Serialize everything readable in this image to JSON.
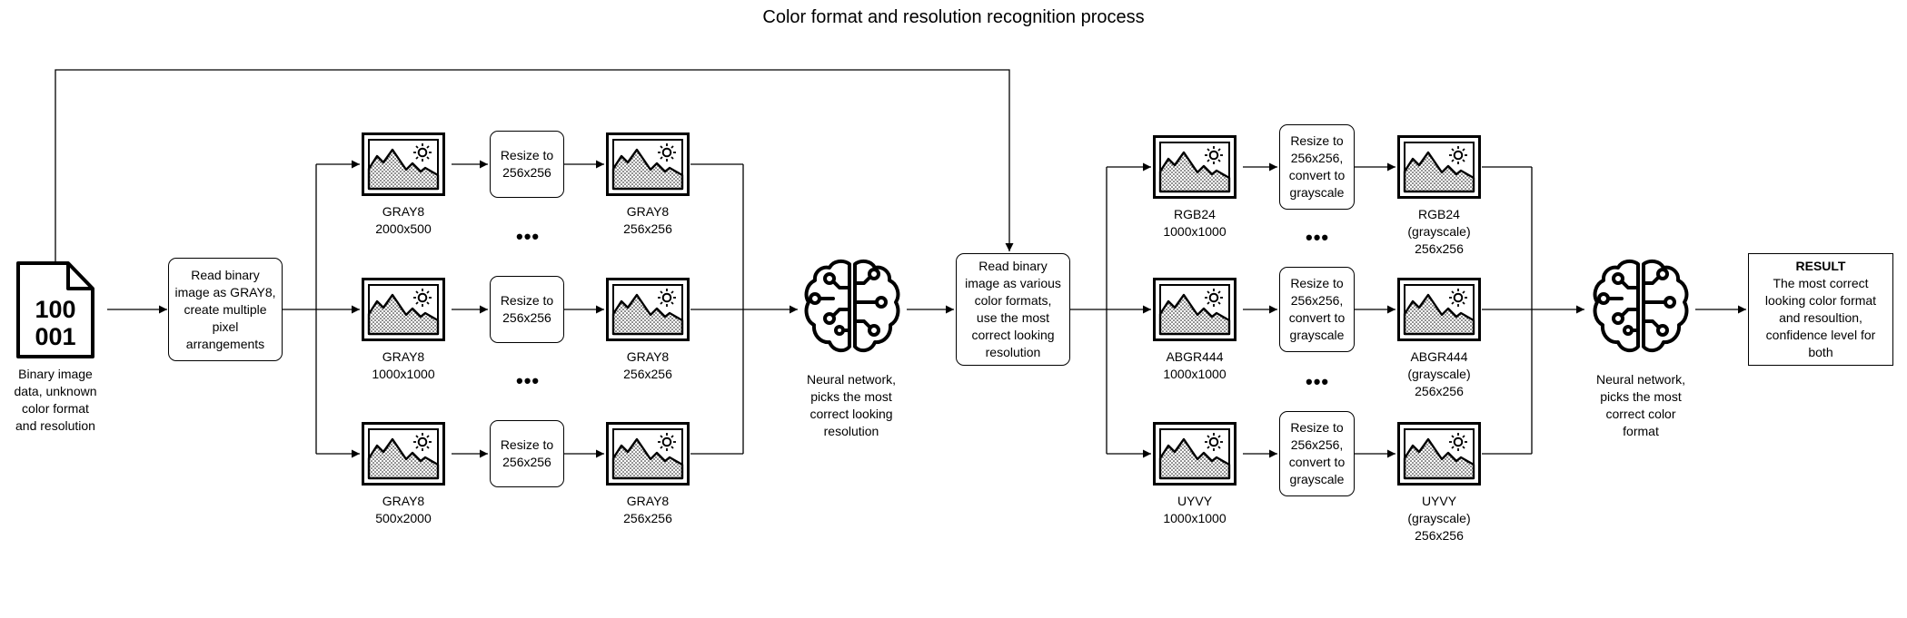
{
  "title": "Color format and resolution recognition process",
  "binary_file": {
    "icon_text_line1": "100",
    "icon_text_line2": "001",
    "caption": "Binary image\ndata, unknown\ncolor format\nand resolution"
  },
  "read_gray8_box": "Read binary\nimage as GRAY8,\ncreate multiple\npixel\narrangements",
  "stage1_rows": [
    {
      "input_label": "GRAY8\n2000x500",
      "resize_label": "Resize to\n256x256",
      "output_label": "GRAY8\n256x256"
    },
    {
      "input_label": "GRAY8\n1000x1000",
      "resize_label": "Resize to\n256x256",
      "output_label": "GRAY8\n256x256"
    },
    {
      "input_label": "GRAY8\n500x2000",
      "resize_label": "Resize to\n256x256",
      "output_label": "GRAY8\n256x256"
    }
  ],
  "ellipsis": "•••",
  "nn1_caption": "Neural network,\npicks the most\ncorrect looking\nresolution",
  "read_various_box": "Read binary\nimage as various\ncolor formats,\nuse the most\ncorrect looking\nresolution",
  "stage2_rows": [
    {
      "input_label": "RGB24\n1000x1000",
      "resize_label": "Resize to\n256x256,\nconvert to\ngrayscale",
      "output_label": "RGB24\n(grayscale)\n256x256"
    },
    {
      "input_label": "ABGR444\n1000x1000",
      "resize_label": "Resize to\n256x256,\nconvert to\ngrayscale",
      "output_label": "ABGR444\n(grayscale)\n256x256"
    },
    {
      "input_label": "UYVY\n1000x1000",
      "resize_label": "Resize to\n256x256,\nconvert to\ngrayscale",
      "output_label": "UYVY\n(grayscale)\n256x256"
    }
  ],
  "nn2_caption": "Neural network,\npicks the most\ncorrect color\nformat",
  "result": {
    "heading": "RESULT",
    "body": "The most correct\nlooking color format\nand resoultion,\nconfidence level for\nboth"
  },
  "icons": {
    "image": "image-picture-icon",
    "brain": "neural-network-brain-icon",
    "file": "binary-file-icon"
  }
}
